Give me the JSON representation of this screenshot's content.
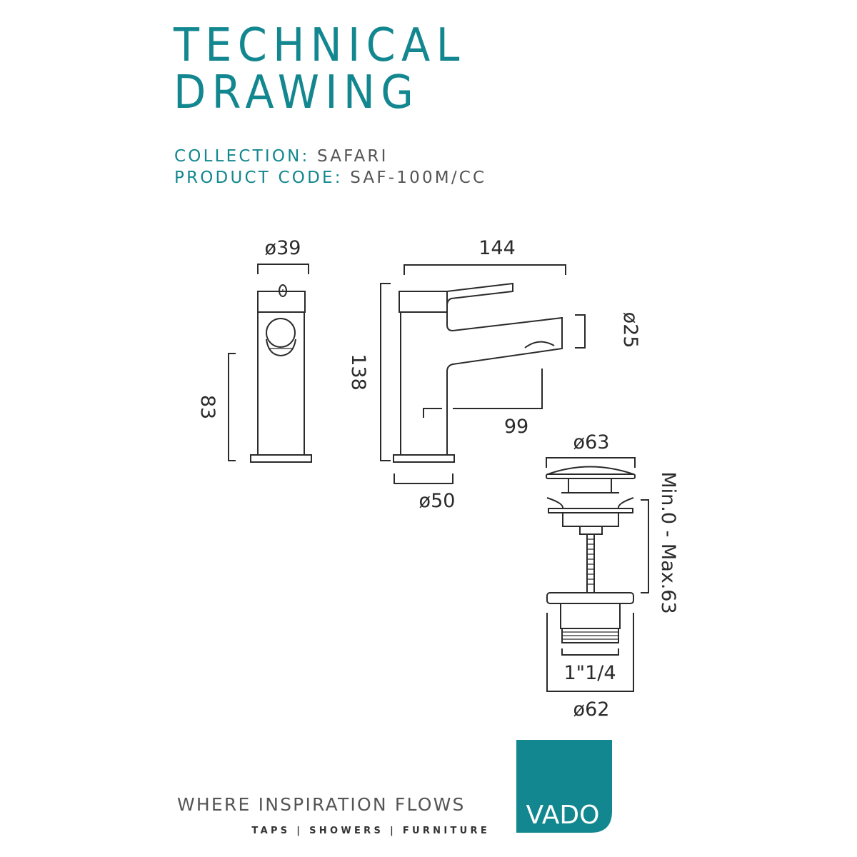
{
  "header": {
    "title_line1": "TECHNICAL",
    "title_line2": "DRAWING"
  },
  "meta": {
    "collection_label": "COLLECTION:",
    "collection_value": "SAFARI",
    "code_label": "PRODUCT CODE:",
    "code_value": "SAF-100M/CC"
  },
  "dimensions": {
    "side_width": "ø39",
    "side_height": "83",
    "overall_length": "144",
    "overall_height": "138",
    "spout_diameter": "ø25",
    "spout_reach": "99",
    "base_diameter": "ø50",
    "waste_cap": "ø63",
    "waste_range": "Min.0 - Max.63",
    "waste_thread": "1\"1/4",
    "waste_flange": "ø62"
  },
  "footer": {
    "tagline": "WHERE INSPIRATION FLOWS",
    "subline": "TAPS | SHOWERS | FURNITURE",
    "logo_text": "VADO"
  },
  "colors": {
    "brand": "#13878f",
    "text": "#555555"
  }
}
